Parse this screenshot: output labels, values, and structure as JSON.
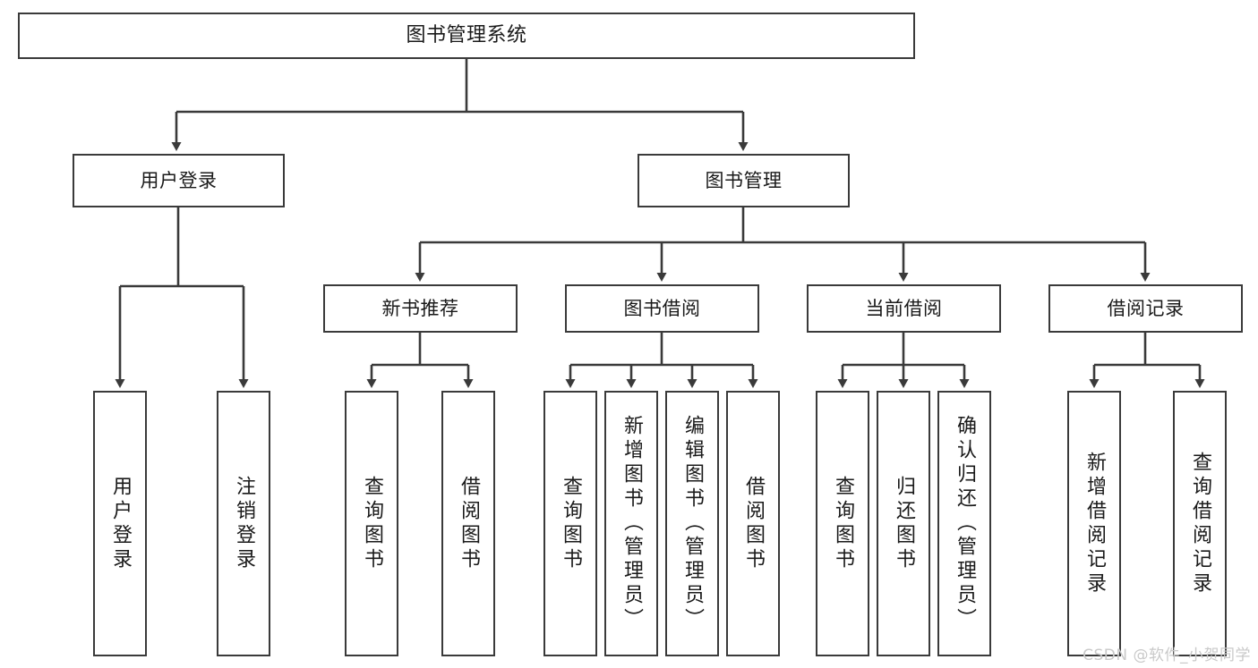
{
  "diagram": {
    "title": "图书管理系统",
    "type": "tree-hierarchy",
    "levels": 4,
    "stroke_color": "#3a3a3a",
    "fill_color": "#ffffff",
    "text_color": "#1a1a1a"
  },
  "nodes": {
    "root": {
      "label": "图书管理系统"
    },
    "level2": [
      {
        "label": "用户登录"
      },
      {
        "label": "图书管理"
      }
    ],
    "level3": [
      {
        "label": "新书推荐"
      },
      {
        "label": "图书借阅"
      },
      {
        "label": "当前借阅"
      },
      {
        "label": "借阅记录"
      }
    ],
    "leaves": {
      "user_login": [
        {
          "label": "用户登录"
        },
        {
          "label": "注销登录"
        }
      ],
      "new_book_recommend": [
        {
          "label": "查询图书"
        },
        {
          "label": "借阅图书"
        }
      ],
      "book_borrow": [
        {
          "label": "查询图书"
        },
        {
          "label": "新增图书（管理员）"
        },
        {
          "label": "编辑图书（管理员）"
        },
        {
          "label": "借阅图书"
        }
      ],
      "current_borrow": [
        {
          "label": "查询图书"
        },
        {
          "label": "归还图书"
        },
        {
          "label": "确认归还（管理员）"
        }
      ],
      "borrow_record": [
        {
          "label": "新增借阅记录"
        },
        {
          "label": "查询借阅记录"
        }
      ]
    }
  },
  "watermark": {
    "text": "CSDN @软件_小贺同学"
  }
}
